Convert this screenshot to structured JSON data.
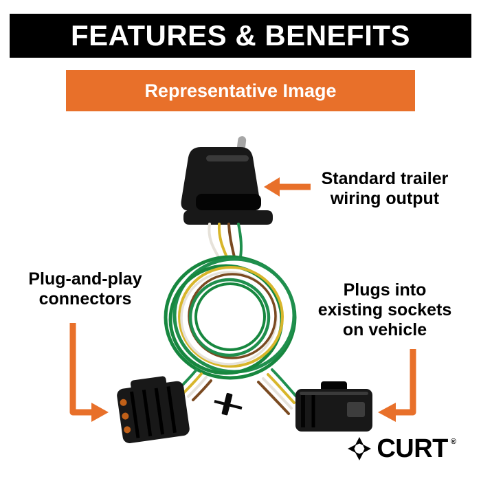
{
  "banner": {
    "title": "FEATURES & BENEFITS"
  },
  "subbanner": {
    "title": "Representative Image"
  },
  "callouts": {
    "output": "Standard trailer\nwiring output",
    "plug": "Plug-and-play\nconnectors",
    "sockets": "Plugs into\nexisting sockets\non vehicle"
  },
  "brand": {
    "name": "CURT",
    "reg": "®"
  },
  "colors": {
    "orange": "#E8702A",
    "banner_black": "#000000",
    "wire_green": "#1F8F4D",
    "wire_yellow": "#D8B62B",
    "wire_white": "#E6E2DA",
    "wire_brown": "#7A4A21"
  }
}
